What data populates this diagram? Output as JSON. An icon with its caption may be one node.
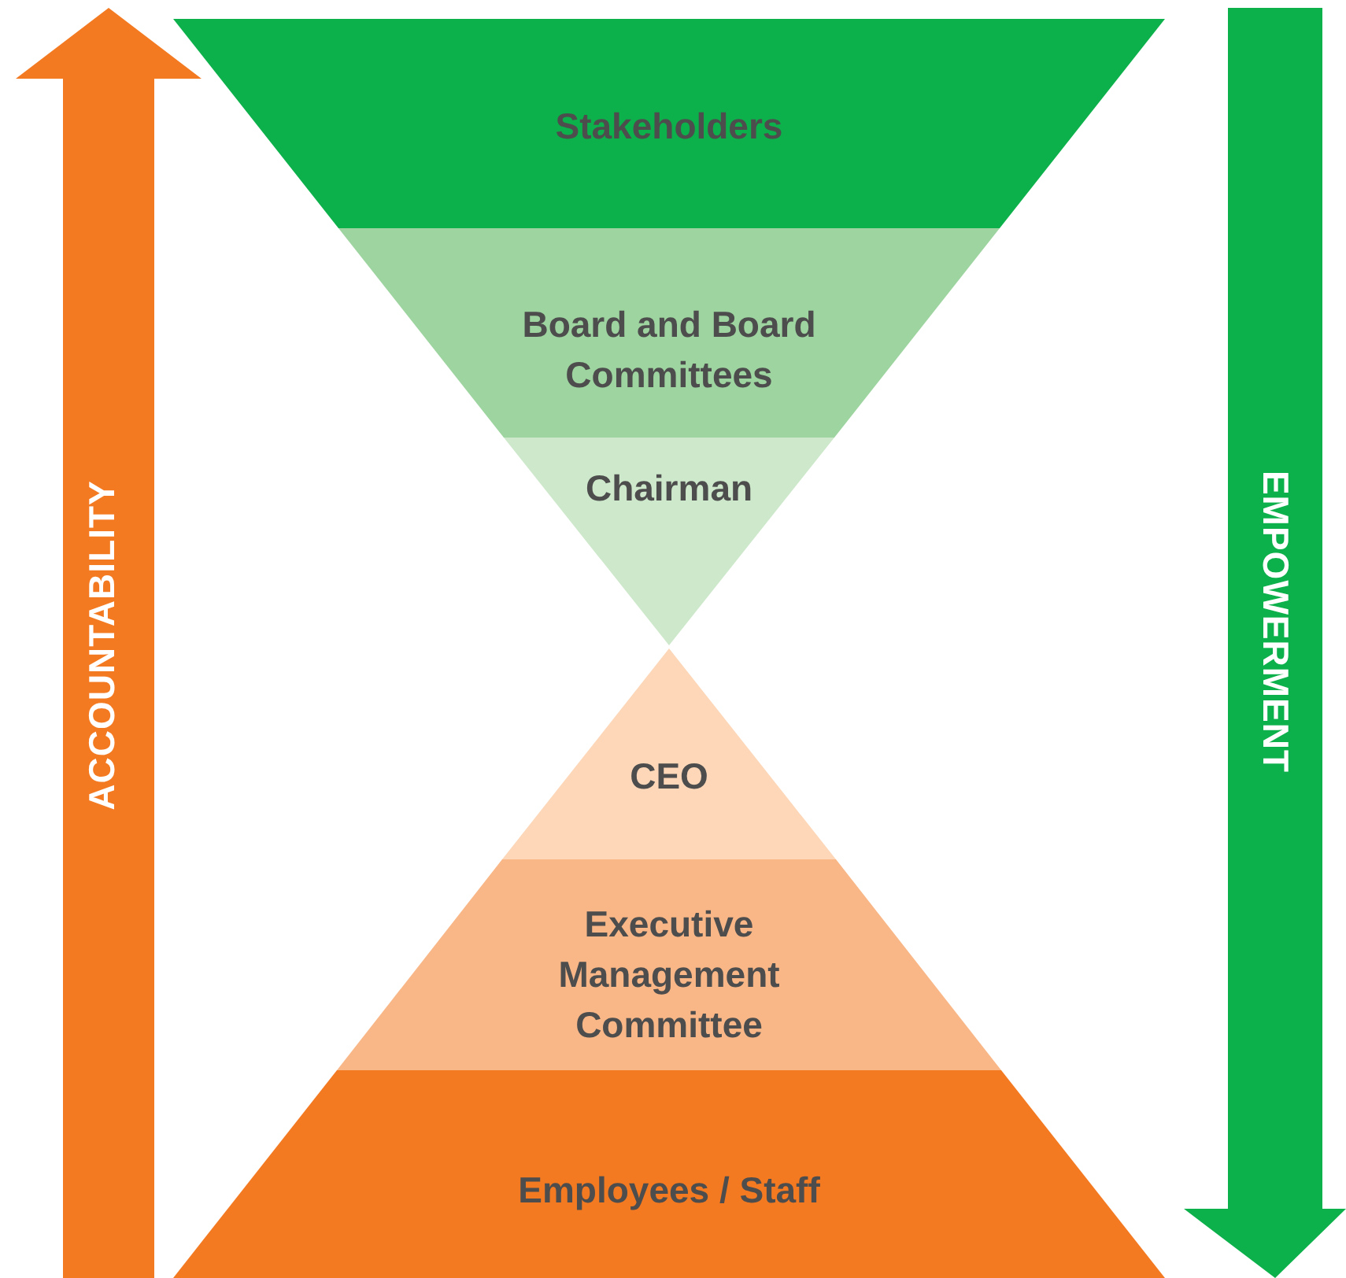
{
  "diagram": {
    "nodes": [
      {
        "text": [
          "Stakeholders"
        ]
      },
      {
        "text": [
          "Board and Board Committees"
        ]
      },
      {
        "text": [
          "Chairman"
        ]
      },
      {
        "text": [
          "CEO"
        ]
      },
      {
        "text": [
          "Executive Management Committee"
        ]
      },
      {
        "text": [
          "Employees / Staff"
        ]
      }
    ],
    "edges": [],
    "labels": [
      "ACCOUNTABILITY",
      "EMPOWERMENT"
    ]
  }
}
